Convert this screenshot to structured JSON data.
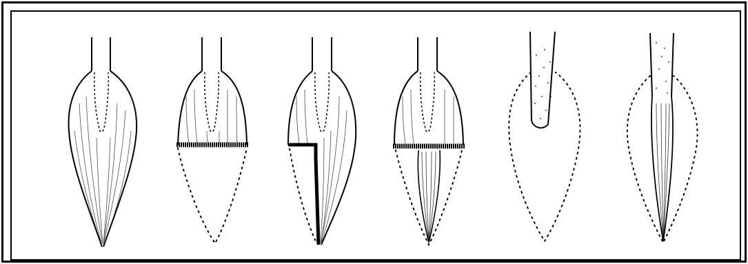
{
  "figure": {
    "panels": [
      {
        "id": "full-brush",
        "description_key": "full"
      },
      {
        "id": "cut-brush",
        "description_key": "cut"
      },
      {
        "id": "stepped-brush",
        "description_key": "stepped"
      },
      {
        "id": "trimmed-core-brush",
        "description_key": "core"
      },
      {
        "id": "handle-only",
        "description_key": "handle"
      },
      {
        "id": "thin-core",
        "description_key": "thin"
      }
    ],
    "colors": {
      "ink": "#000000",
      "background": "#ffffff"
    }
  }
}
